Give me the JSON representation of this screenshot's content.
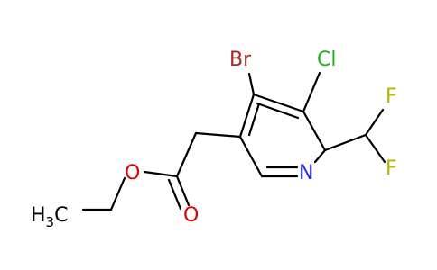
{
  "molecule": {
    "atoms": {
      "br": {
        "text": "Br",
        "color": "#a52a2a"
      },
      "cl": {
        "text": "Cl",
        "color": "#1fb01f"
      },
      "f_top": {
        "text": "F",
        "color": "#b0b800"
      },
      "f_bottom": {
        "text": "F",
        "color": "#b0b800"
      },
      "n": {
        "text": "N",
        "color": "#2a2ae8"
      },
      "o_ester": {
        "text": "O",
        "color": "#e00000"
      },
      "o_carbonyl": {
        "text": "O",
        "color": "#e00000"
      },
      "ch3": {
        "main": "H",
        "sub": "3",
        "tail": "C",
        "color": "#000000"
      }
    }
  }
}
